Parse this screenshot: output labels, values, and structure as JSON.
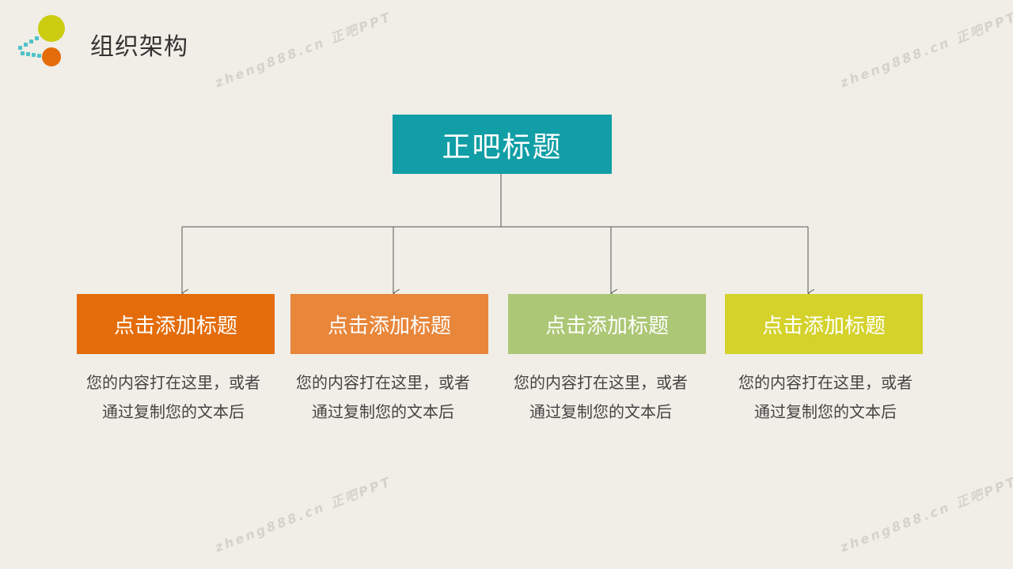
{
  "header": {
    "title": "组织架构"
  },
  "org_chart": {
    "root": {
      "label": "正吧标题",
      "color": "#119ea6"
    },
    "children": [
      {
        "label": "点击添加标题",
        "color": "#e46c0a",
        "desc_line1": "您的内容打在这里，或者",
        "desc_line2": "通过复制您的文本后"
      },
      {
        "label": "点击添加标题",
        "color": "#e8863a",
        "desc_line1": "您的内容打在这里，或者",
        "desc_line2": "通过复制您的文本后"
      },
      {
        "label": "点击添加标题",
        "color": "#acc775",
        "desc_line1": "您的内容打在这里，或者",
        "desc_line2": "通过复制您的文本后"
      },
      {
        "label": "点击添加标题",
        "color": "#d4d22b",
        "desc_line1": "您的内容打在这里，或者",
        "desc_line2": "通过复制您的文本后"
      }
    ]
  },
  "watermark": {
    "text": "zheng888.cn 正吧PPT"
  },
  "colors": {
    "background": "#f0eee6",
    "logo_yellow": "#cccc11",
    "logo_orange": "#e46c0a",
    "logo_dots": "#4fc3c9",
    "connector": "#555555"
  }
}
